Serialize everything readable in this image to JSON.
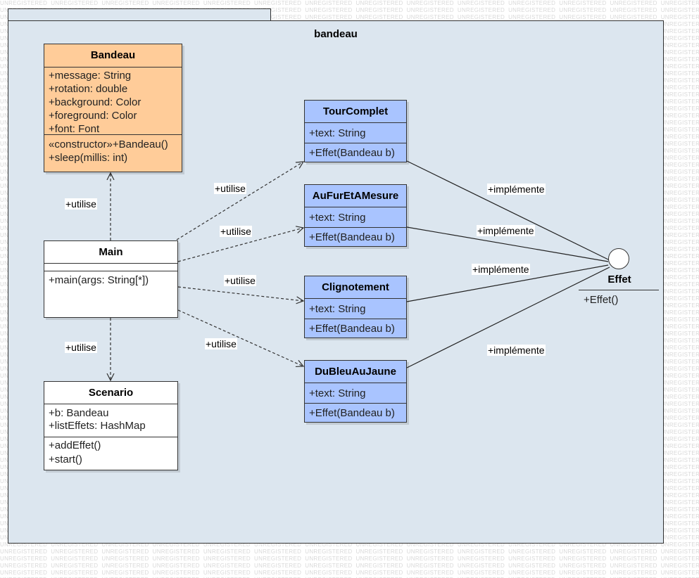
{
  "package": {
    "tab_label": "",
    "title": "bandeau"
  },
  "watermark_text": "UNREGISTERED",
  "classes": {
    "bandeau": {
      "name": "Bandeau",
      "attributes": [
        "+message: String",
        "+rotation: double",
        "+background: Color",
        "+foreground: Color",
        "+font: Font"
      ],
      "operations": [
        "«constructor»+Bandeau()",
        "+sleep(millis: int)"
      ]
    },
    "main": {
      "name": "Main",
      "attributes": [],
      "operations": [
        "+main(args: String[*])"
      ]
    },
    "scenario": {
      "name": "Scenario",
      "attributes": [
        "+b: Bandeau",
        "+listEffets: HashMap"
      ],
      "operations": [
        "+addEffet()",
        "+start()"
      ]
    },
    "tourcomplet": {
      "name": "TourComplet",
      "attributes": [
        "+text: String"
      ],
      "operations": [
        "+Effet(Bandeau b)"
      ]
    },
    "aufuretamesure": {
      "name": "AuFurEtAMesure",
      "attributes": [
        "+text: String"
      ],
      "operations": [
        "+Effet(Bandeau b)"
      ]
    },
    "clignotement": {
      "name": "Clignotement",
      "attributes": [
        "+text: String"
      ],
      "operations": [
        "+Effet(Bandeau b)"
      ]
    },
    "dubleuaujaune": {
      "name": "DuBleuAuJaune",
      "attributes": [
        "+text: String"
      ],
      "operations": [
        "+Effet(Bandeau b)"
      ]
    }
  },
  "interface": {
    "name": "Effet",
    "operations": [
      "+Effet()"
    ]
  },
  "edge_labels": {
    "main_bandeau": "+utilise",
    "main_scenario": "+utilise",
    "main_tourcomplet": "+utilise",
    "main_aufuretamesure": "+utilise",
    "main_clignotement": "+utilise",
    "main_dubleuaujaune": "+utilise",
    "real_tourcomplet": "+implémente",
    "real_aufuretamesure": "+implémente",
    "real_clignotement": "+implémente",
    "real_dubleuaujaune": "+implémente"
  },
  "colors": {
    "package_fill": "#dce6ef",
    "bandeau_fill": "#ffcc99",
    "effect_class_fill": "#a9c4ff",
    "plain_class_fill": "#ffffff",
    "line_color": "#333333"
  }
}
